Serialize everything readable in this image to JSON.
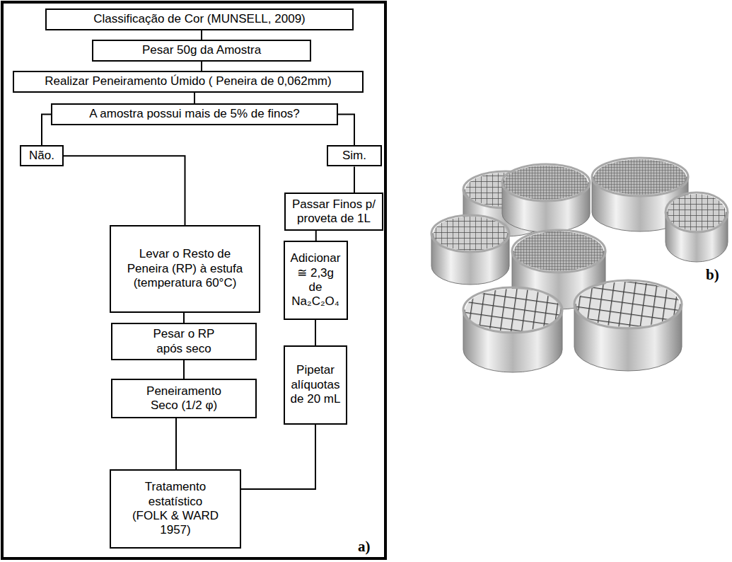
{
  "diagram": {
    "nodes": [
      {
        "text": [
          "Classificação de Cor (MUNSELL, 2009)"
        ]
      },
      {
        "text": [
          "Pesar 50g da Amostra"
        ]
      },
      {
        "text": [
          "Realizar Peneiramento Úmido ( Peneira de 0,062mm)"
        ]
      },
      {
        "text": [
          "A amostra possui mais de 5% de finos?"
        ]
      },
      {
        "text": [
          "Não."
        ]
      },
      {
        "text": [
          "Sim."
        ]
      },
      {
        "text": [
          "Levar o Resto de Peneira (RP) à estufa (temperatura 60°C)"
        ]
      },
      {
        "text": [
          "Passar Finos p/ proveta de 1L"
        ]
      },
      {
        "text": [
          "Pesar o RP após seco"
        ]
      },
      {
        "text": [
          "Adicionar ≅ 2,3g de Na₂C₂O₄"
        ]
      },
      {
        "text": [
          "Peneiramento Seco (1/2 φ)"
        ]
      },
      {
        "text": [
          "Pipetar alíquotas de 20 mL"
        ]
      },
      {
        "text": [
          "Tratamento estatístico (FOLK & WARD 1957)"
        ]
      }
    ],
    "edges": [
      {
        "from": 0,
        "to": 1,
        "arrow": "none"
      },
      {
        "from": 1,
        "to": 2,
        "arrow": "none"
      },
      {
        "from": 2,
        "to": 3,
        "arrow": "none"
      },
      {
        "from": 3,
        "to": 4,
        "arrow": "none"
      },
      {
        "from": 3,
        "to": 5,
        "arrow": "none"
      },
      {
        "from": 4,
        "to": 6,
        "arrow": "none"
      },
      {
        "from": 5,
        "to": 7,
        "arrow": "none"
      },
      {
        "from": 6,
        "to": 8,
        "arrow": "none"
      },
      {
        "from": 8,
        "to": 10,
        "arrow": "none"
      },
      {
        "from": 10,
        "to": 12,
        "arrow": "none"
      },
      {
        "from": 7,
        "to": 9,
        "arrow": "none"
      },
      {
        "from": 9,
        "to": 11,
        "arrow": "none"
      },
      {
        "from": 11,
        "to": 12,
        "arrow": "none"
      }
    ],
    "labels": [
      "a)",
      "b)"
    ]
  }
}
